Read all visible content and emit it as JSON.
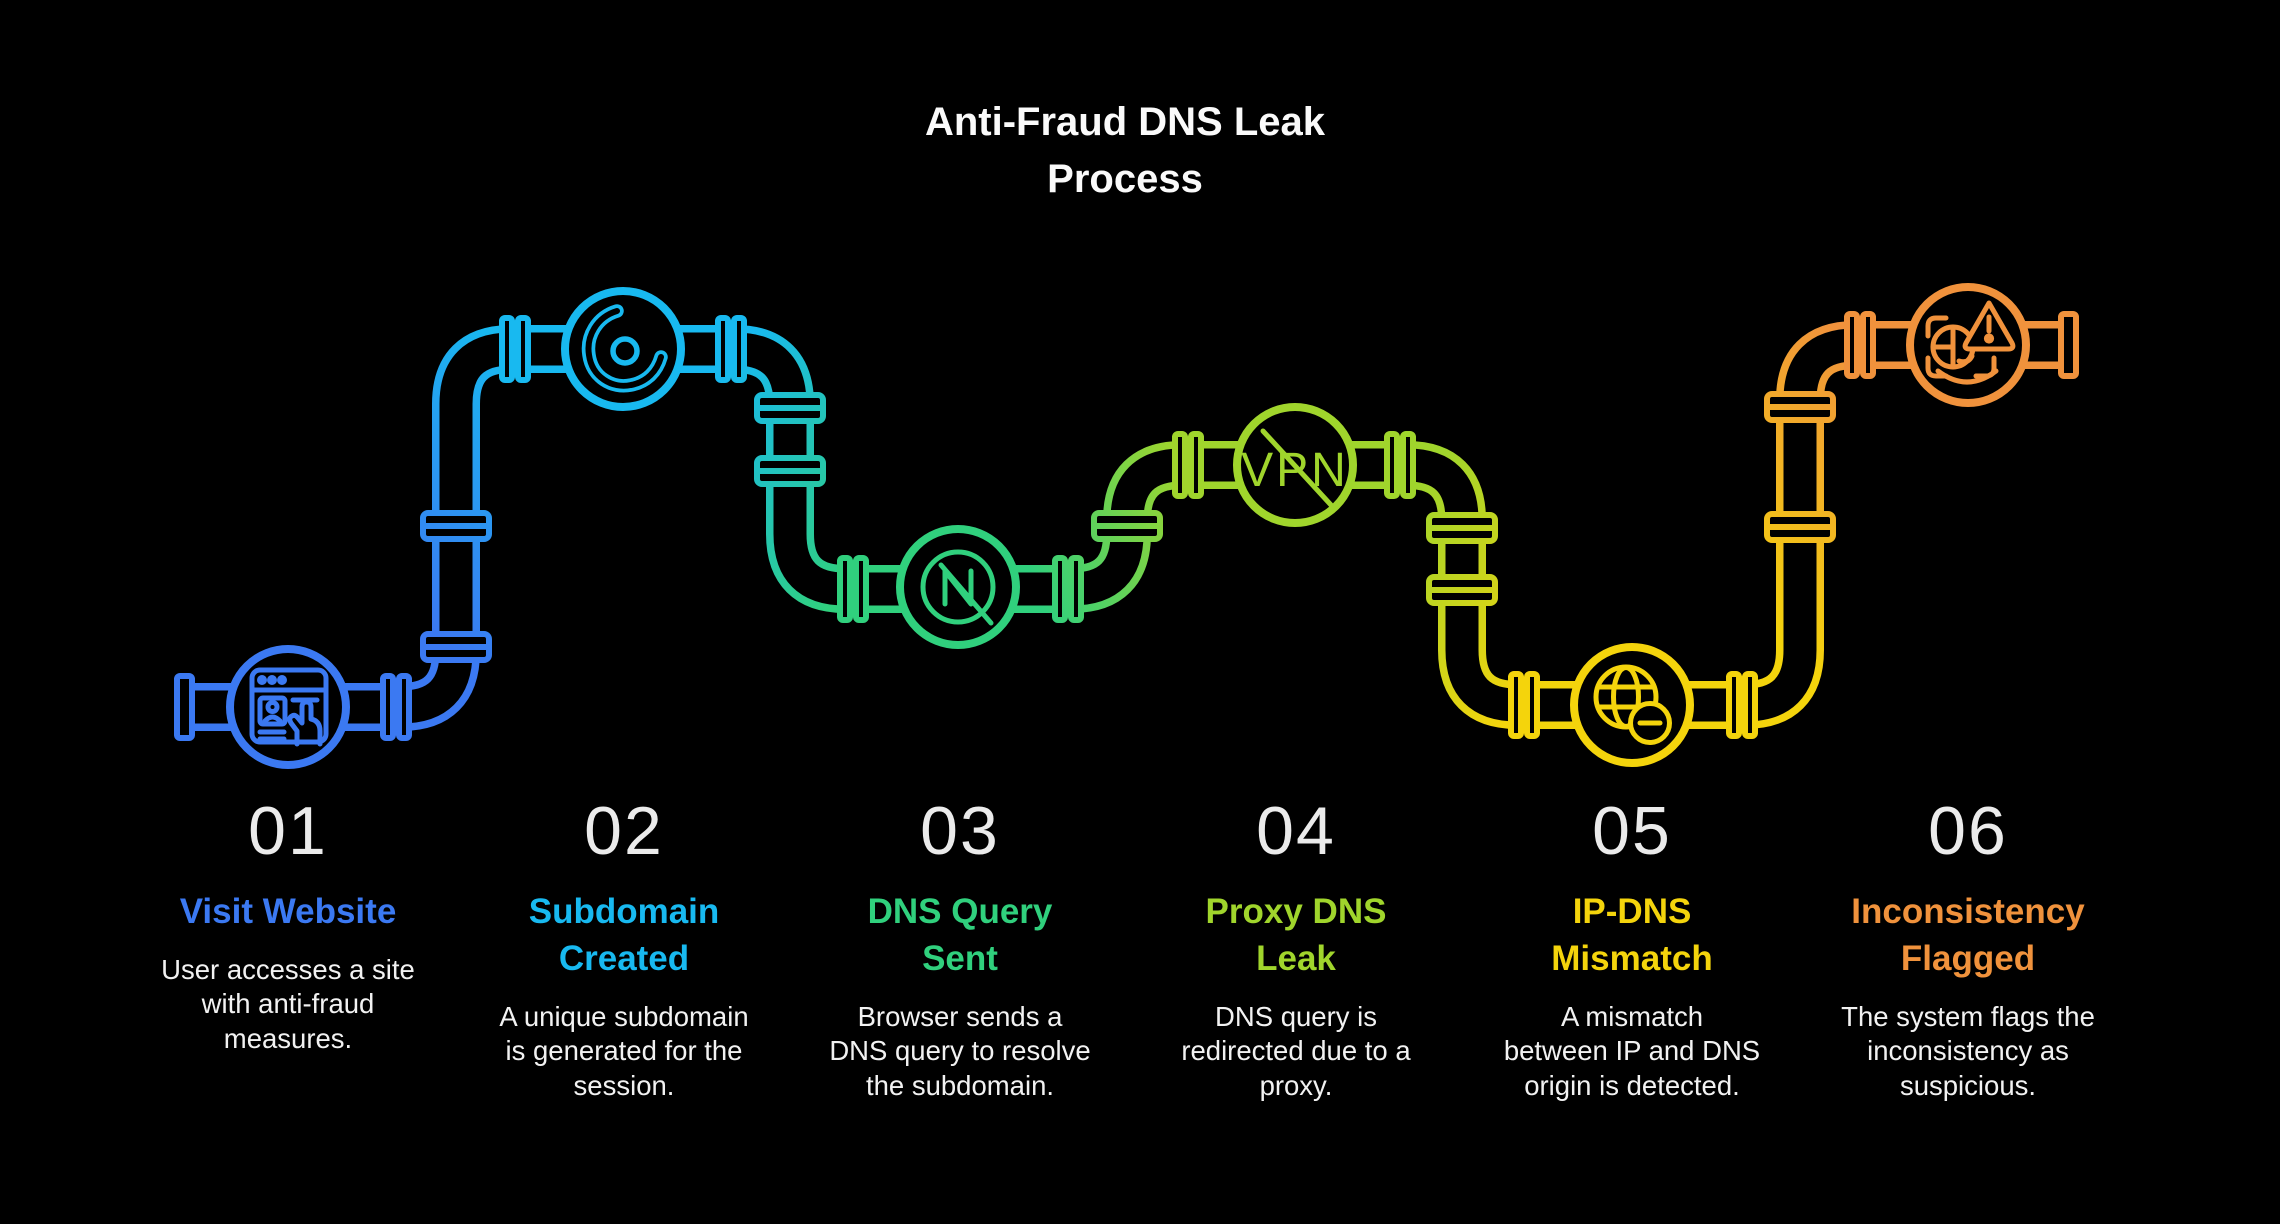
{
  "title": "Anti-Fraud DNS Leak\nProcess",
  "colors": {
    "background": "#000000",
    "title": "#fafafa",
    "number": "#ebebeb",
    "body-text": "#f2f2f2",
    "step1": "#3B79F2",
    "step2": "#18B9F0",
    "step3": "#30D07D",
    "step4": "#A0D52C",
    "step5": "#F4D40C",
    "step6": "#F0923C"
  },
  "steps": [
    {
      "number": "01",
      "title": "Visit Website",
      "description": "User accesses a site\nwith anti-fraud\nmeasures.",
      "color": "#3B79F2",
      "icon": "browser-fraud-check-icon"
    },
    {
      "number": "02",
      "title": "Subdomain\nCreated",
      "description": "A unique subdomain\nis generated for the\nsession.",
      "color": "#18B9F0",
      "icon": "session-swirl-icon"
    },
    {
      "number": "03",
      "title": "DNS Query\nSent",
      "description": "Browser sends a\nDNS query to resolve\nthe subdomain.",
      "color": "#30D07D",
      "icon": "dns-blocked-icon"
    },
    {
      "number": "04",
      "title": "Proxy DNS\nLeak",
      "description": "DNS query is\nredirected due to a\nproxy.",
      "color": "#A0D52C",
      "icon": "no-vpn-icon",
      "icon_text": "VPN"
    },
    {
      "number": "05",
      "title": "IP-DNS\nMismatch",
      "description": "A mismatch\nbetween IP and DNS\norigin is detected.",
      "color": "#F4D40C",
      "icon": "globe-minus-icon"
    },
    {
      "number": "06",
      "title": "Inconsistency\nFlagged",
      "description": "The system flags the\ninconsistency as\nsuspicious.",
      "color": "#F0923C",
      "icon": "warning-face-globe-icon"
    }
  ]
}
